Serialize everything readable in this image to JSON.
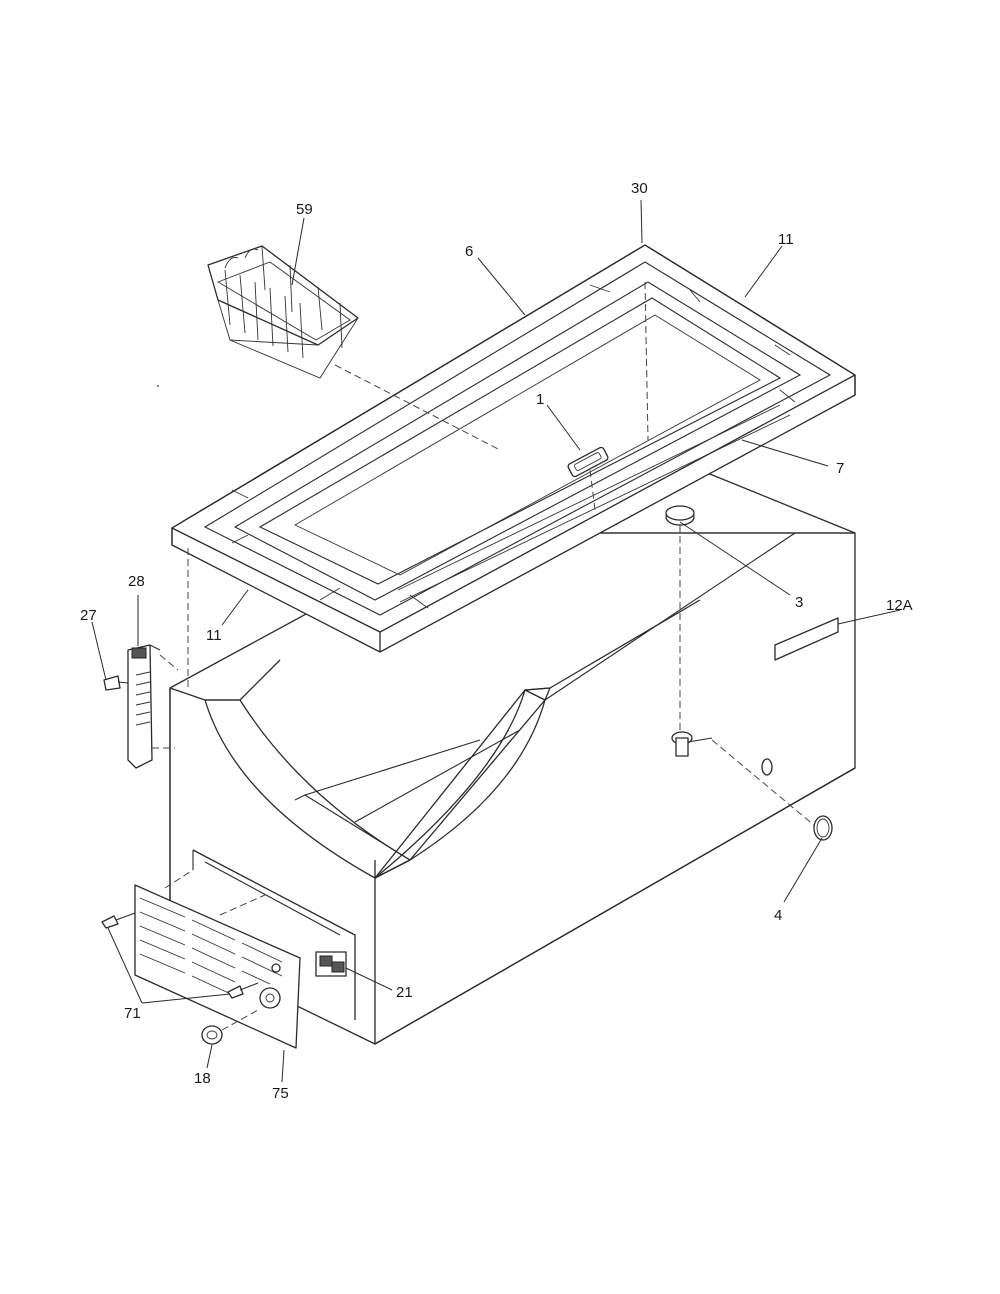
{
  "diagram": {
    "callouts": [
      {
        "id": "30",
        "label": "30"
      },
      {
        "id": "11a",
        "label": "11"
      },
      {
        "id": "59",
        "label": "59"
      },
      {
        "id": "6",
        "label": "6"
      },
      {
        "id": "1",
        "label": "1"
      },
      {
        "id": "7",
        "label": "7"
      },
      {
        "id": "12A",
        "label": "12A"
      },
      {
        "id": "28",
        "label": "28"
      },
      {
        "id": "27",
        "label": "27"
      },
      {
        "id": "11b",
        "label": "11"
      },
      {
        "id": "3",
        "label": "3"
      },
      {
        "id": "4",
        "label": "4"
      },
      {
        "id": "21",
        "label": "21"
      },
      {
        "id": "71",
        "label": "71"
      },
      {
        "id": "18",
        "label": "18"
      },
      {
        "id": "75",
        "label": "75"
      }
    ]
  }
}
